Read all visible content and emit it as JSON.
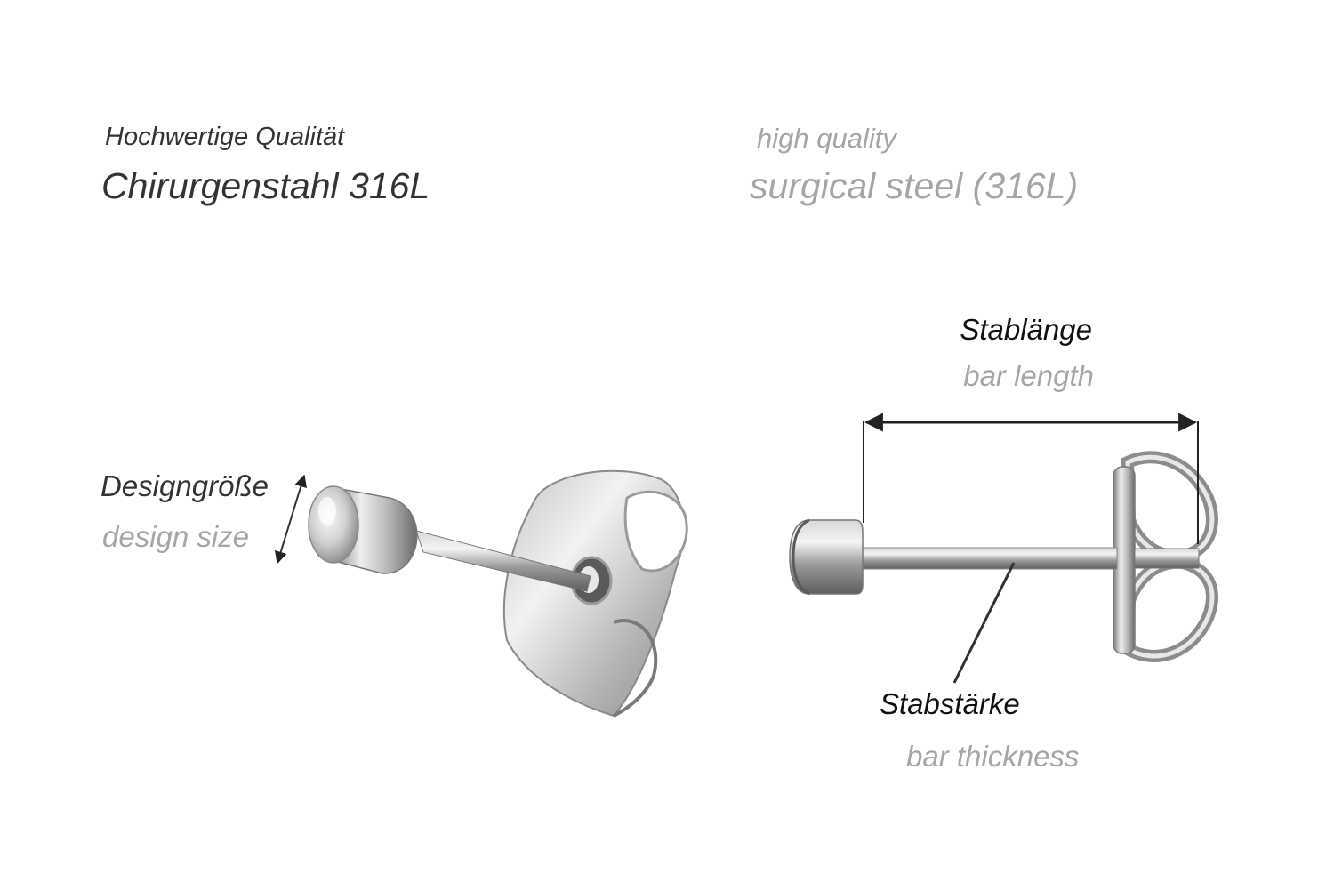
{
  "header": {
    "de_line1": "Hochwertige Qualität",
    "de_line2": "Chirurgenstahl 316L",
    "en_line1": "high quality",
    "en_line2": "surgical steel (316L)"
  },
  "labels": {
    "design_size_de": "Designgröße",
    "design_size_en": "design size",
    "bar_length_de": "Stablänge",
    "bar_length_en": "bar length",
    "bar_thickness_de": "Stabstärke",
    "bar_thickness_en": "bar thickness"
  },
  "colors": {
    "german_text": "#333333",
    "english_text": "#a6a6a6",
    "label_text": "#111111",
    "dimension_line": "#222222",
    "steel_light": "#eeeeee",
    "steel_dark": "#6d6d6d"
  },
  "icons": [
    "stud-earring-perspective",
    "stud-earring-side-view",
    "butterfly-back-icon",
    "dimension-arrow-icon"
  ]
}
